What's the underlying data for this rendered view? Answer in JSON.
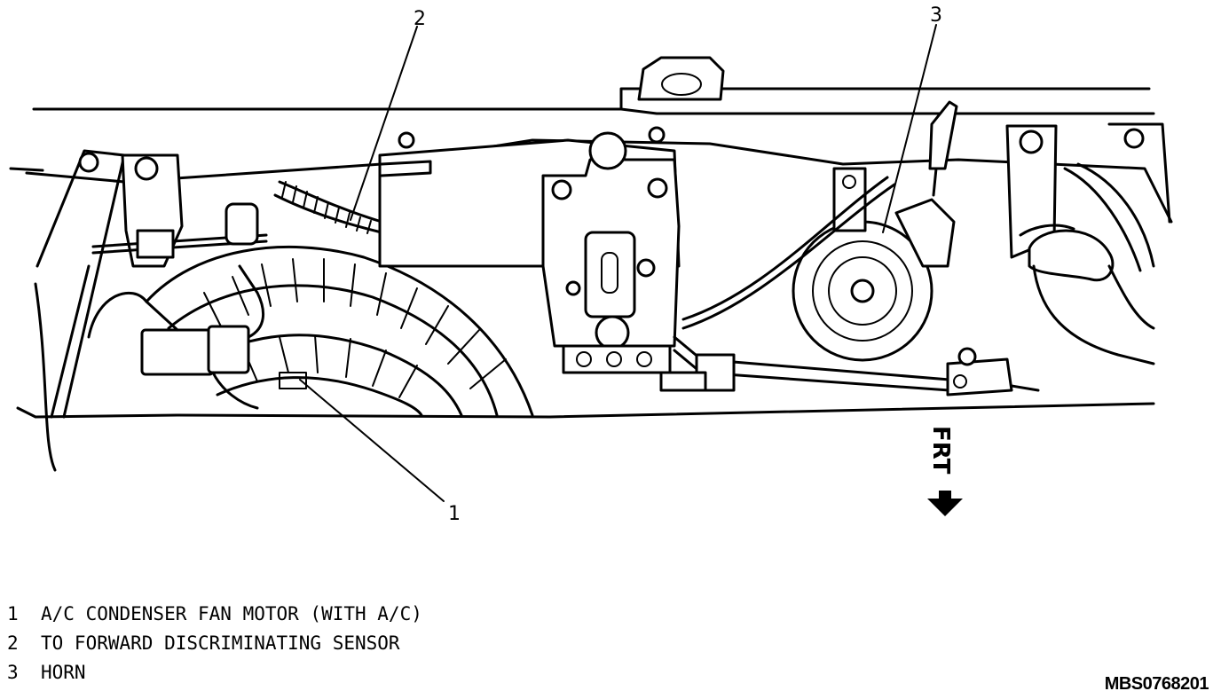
{
  "callouts": [
    {
      "number": "1"
    },
    {
      "number": "2"
    },
    {
      "number": "3"
    }
  ],
  "orientation": {
    "label": "FRT",
    "icon": "arrow-down-icon"
  },
  "legend": [
    {
      "number": "1",
      "text": "A/C CONDENSER FAN MOTOR (WITH A/C)"
    },
    {
      "number": "2",
      "text": "TO FORWARD DISCRIMINATING SENSOR"
    },
    {
      "number": "3",
      "text": "HORN"
    }
  ],
  "figure_id": "MBS0768201"
}
